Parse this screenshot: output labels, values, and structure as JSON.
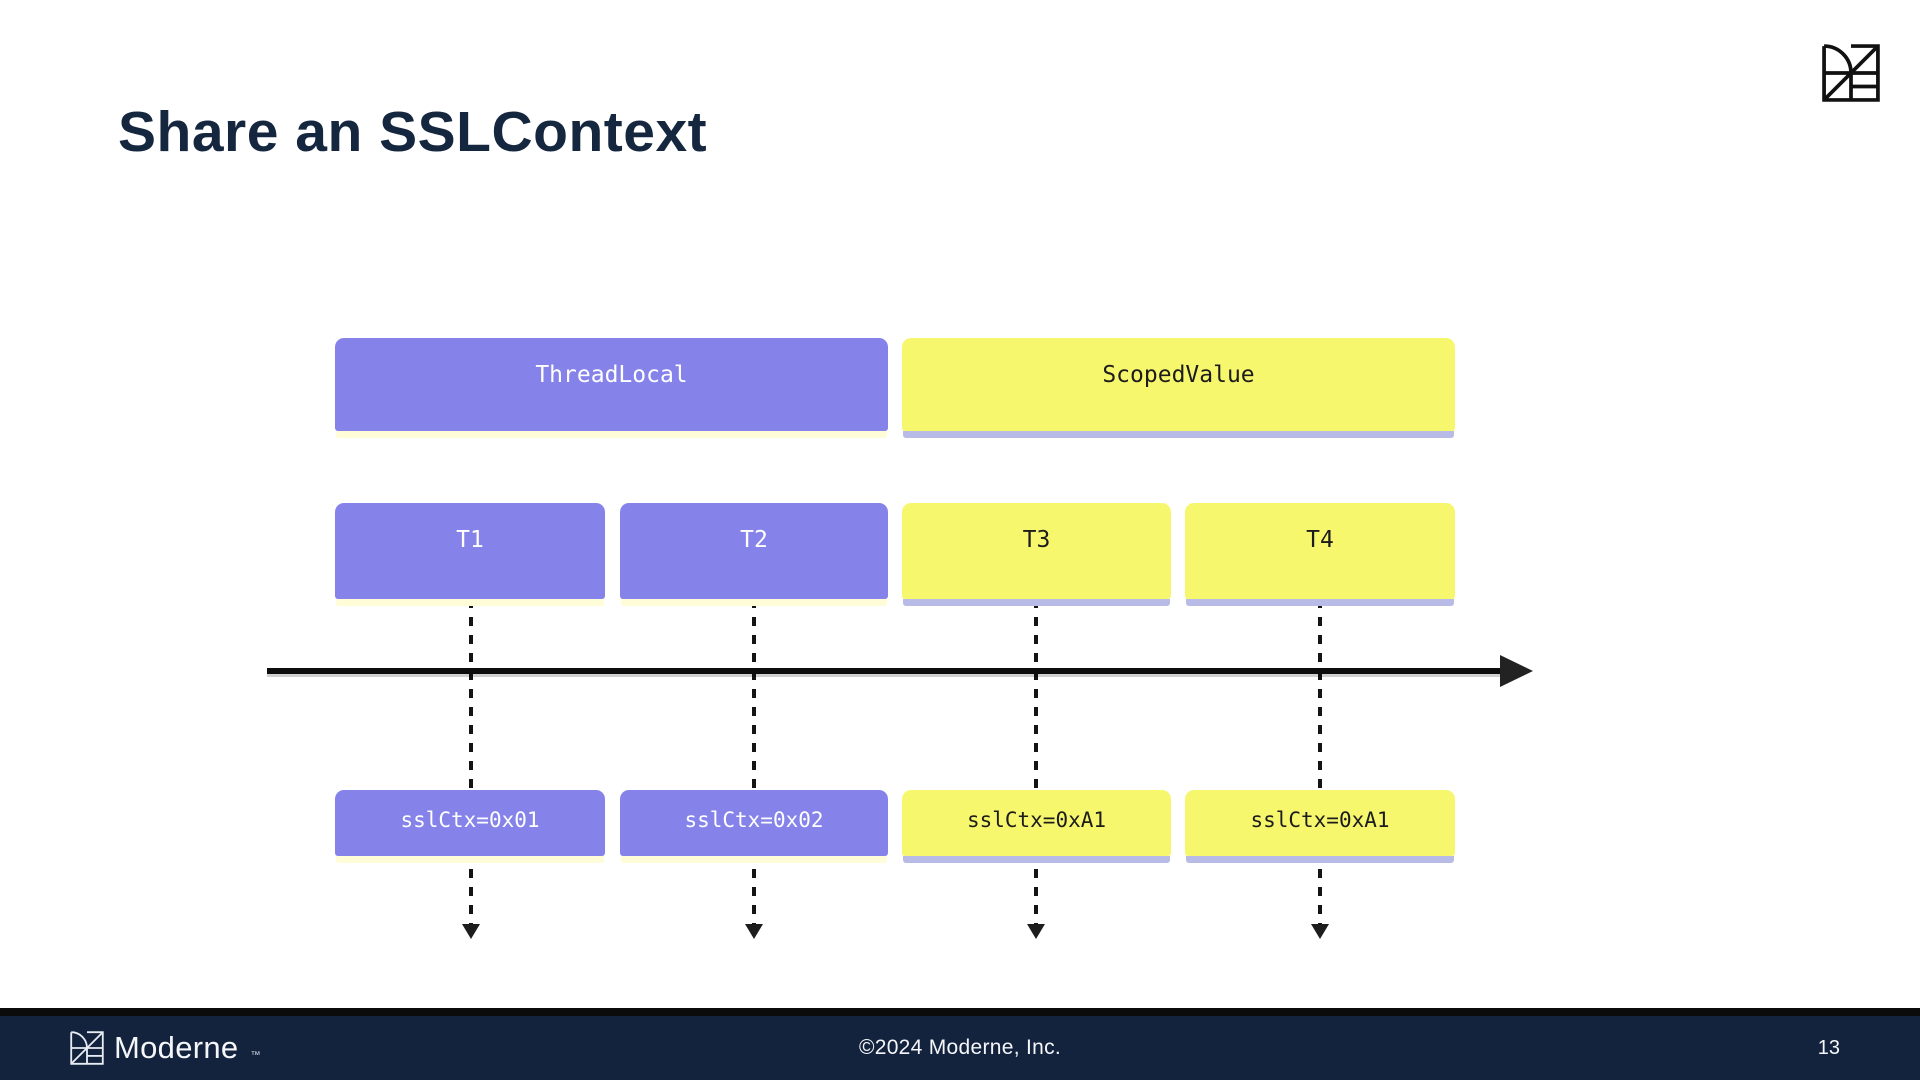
{
  "title": "Share an SSLContext",
  "diagram": {
    "headers": {
      "threadlocal": {
        "label": "ThreadLocal",
        "variant": "purple"
      },
      "scopedvalue": {
        "label": "ScopedValue",
        "variant": "yellow"
      }
    },
    "threads": {
      "t1": {
        "label": "T1",
        "value": "sslCtx=0x01",
        "variant": "purple"
      },
      "t2": {
        "label": "T2",
        "value": "sslCtx=0x02",
        "variant": "purple"
      },
      "t3": {
        "label": "T3",
        "value": "sslCtx=0xA1",
        "variant": "yellow"
      },
      "t4": {
        "label": "T4",
        "value": "sslCtx=0xA1",
        "variant": "yellow"
      }
    }
  },
  "footer": {
    "brand": "Moderne",
    "trademark": "™",
    "copyright": "©2024 Moderne, Inc.",
    "page_number": "13"
  },
  "colors": {
    "purple": "#8583EA",
    "yellow": "#F7F76E",
    "purple_box_shadow": "#FFFCD8",
    "yellow_box_shadow": "#B7BBE6",
    "footer_navy": "#13233D",
    "title_navy": "#15263F"
  }
}
